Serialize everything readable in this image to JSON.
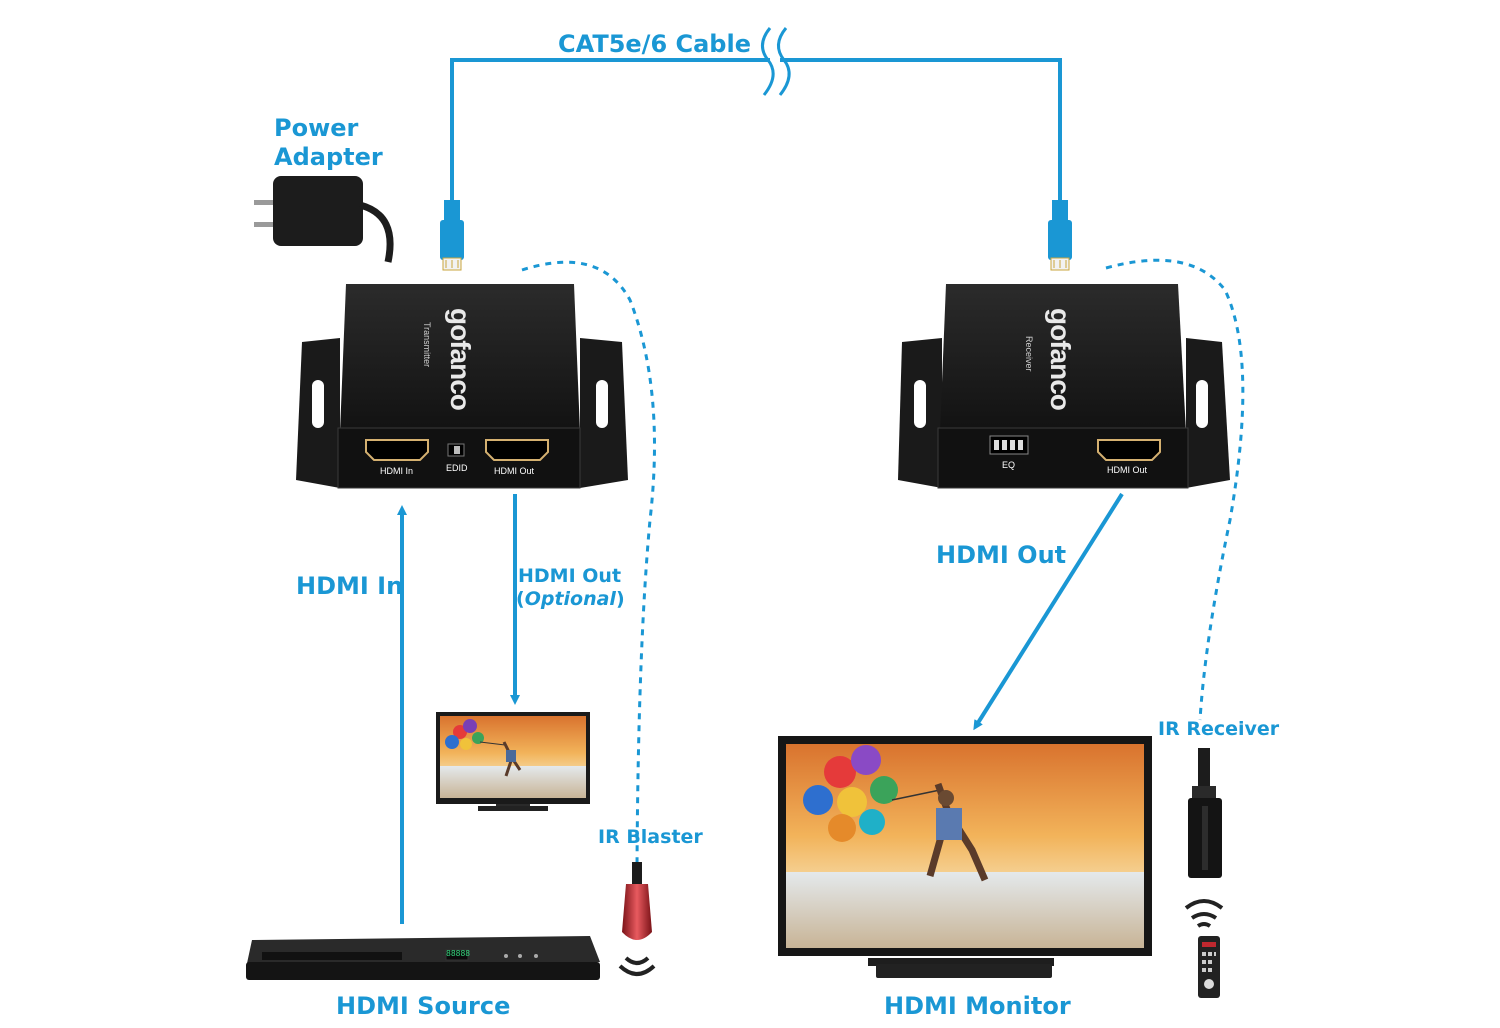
{
  "labels": {
    "cable": "CAT5e/6 Cable",
    "power_adapter_line1": "Power",
    "power_adapter_line2": "Adapter",
    "hdmi_in": "HDMI In",
    "hdmi_out_opt_line1": "HDMI Out",
    "hdmi_out_opt_paren_open": "(",
    "hdmi_out_opt_italic": "Optional",
    "hdmi_out_opt_paren_close": ")",
    "hdmi_out_receiver": "HDMI Out",
    "ir_blaster": "IR Blaster",
    "ir_receiver": "IR Receiver",
    "hdmi_source": "HDMI Source",
    "hdmi_monitor": "HDMI Monitor"
  },
  "transmitter": {
    "brand": "gofanco",
    "model": "Transmitter",
    "port_in": "HDMI In",
    "port_edid": "EDID",
    "port_out": "HDMI Out"
  },
  "receiver": {
    "brand": "gofanco",
    "model": "Receiver",
    "port_eq": "EQ",
    "port_out": "HDMI Out"
  },
  "player": {
    "display": "88888"
  },
  "colors": {
    "accent": "#1a97d4",
    "device": "#1c1c1c",
    "ir_red": "#c0282f"
  }
}
